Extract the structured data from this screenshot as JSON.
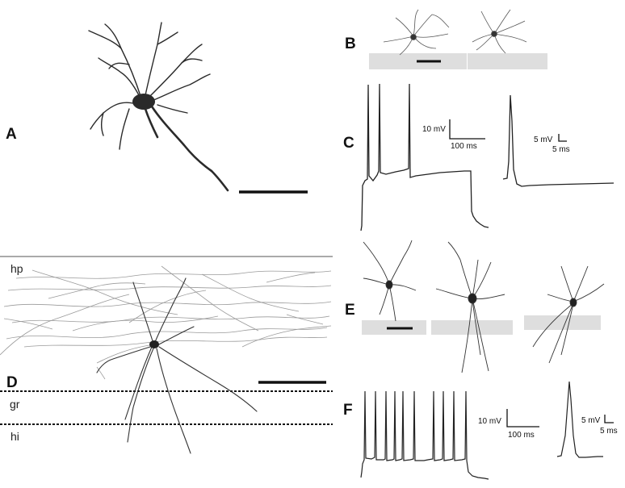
{
  "panels": {
    "A": "A",
    "B": "B",
    "C": "C",
    "D": "D",
    "E": "E",
    "F": "F"
  },
  "layers": {
    "hp": "hp",
    "gr": "gr",
    "hi": "hi"
  },
  "scalebars": {
    "c_voltage": "10 mV",
    "c_time": "100 ms",
    "c_ap_voltage": "5 mV",
    "c_ap_time": "5 ms",
    "f_voltage": "10 mV",
    "f_time": "100 ms",
    "f_ap_voltage": "5 mV",
    "f_ap_time": "5 ms"
  },
  "colors": {
    "ink": "#111111",
    "neuron_dark": "#2a2a2a",
    "neuron_light": "#8a8a8a",
    "layer_band": "#d9d9d9"
  }
}
